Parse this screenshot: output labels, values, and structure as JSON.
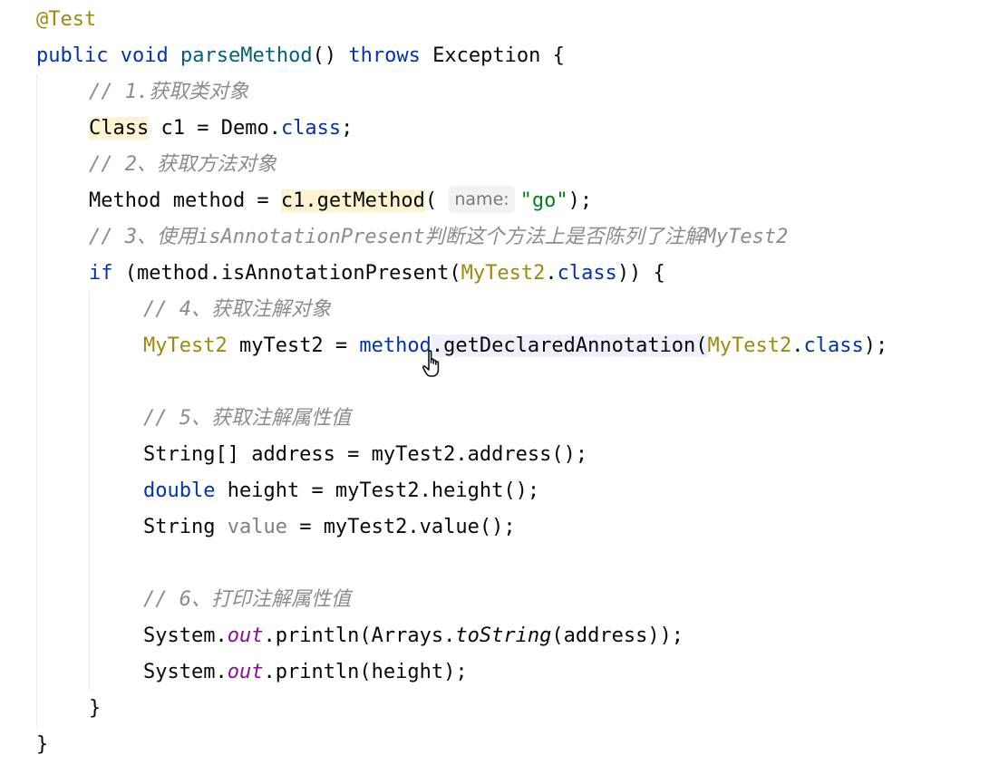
{
  "editor": {
    "lines": [
      {
        "indent": 0,
        "tokens": [
          {
            "t": "@Test",
            "c": "anno"
          }
        ]
      },
      {
        "indent": 0,
        "tokens": [
          {
            "t": "public",
            "c": "kw"
          },
          {
            "t": " "
          },
          {
            "t": "void",
            "c": "kw"
          },
          {
            "t": " "
          },
          {
            "t": "parseMethod",
            "c": "fn"
          },
          {
            "t": "() "
          },
          {
            "t": "throws",
            "c": "kw"
          },
          {
            "t": " Exception {"
          }
        ]
      },
      {
        "indent": 1,
        "tokens": [
          {
            "t": "// 1.获取类对象",
            "c": "cm"
          }
        ]
      },
      {
        "indent": 1,
        "tokens": [
          {
            "t": "Class",
            "c": "hl-y"
          },
          {
            "t": " c1 = Demo."
          },
          {
            "t": "class",
            "c": "cls"
          },
          {
            "t": ";"
          }
        ]
      },
      {
        "indent": 1,
        "tokens": [
          {
            "t": "// 2、获取方法对象",
            "c": "cm"
          }
        ]
      },
      {
        "indent": 1,
        "tokens": [
          {
            "t": "Method method = "
          },
          {
            "t": "c1.getMethod",
            "c": "hl-y"
          },
          {
            "t": "( "
          },
          {
            "t": "name:",
            "c": "hint"
          },
          {
            "t": "\"go\"",
            "c": "str"
          },
          {
            "t": ");"
          }
        ]
      },
      {
        "indent": 1,
        "tokens": [
          {
            "t": "// 3、使用isAnnotationPresent判断这个方法上是否陈列了注解MyTest2",
            "c": "cm"
          }
        ]
      },
      {
        "indent": 1,
        "tokens": [
          {
            "t": "if",
            "c": "kw"
          },
          {
            "t": " (method.isAnnotationPresent("
          },
          {
            "t": "MyTest2",
            "c": "type"
          },
          {
            "t": "."
          },
          {
            "t": "class",
            "c": "cls"
          },
          {
            "t": ")) {"
          }
        ]
      },
      {
        "indent": 2,
        "tokens": [
          {
            "t": "// 4、获取注解对象",
            "c": "cm"
          }
        ]
      },
      {
        "indent": 2,
        "tokens": [
          {
            "t": "MyTest2",
            "c": "type"
          },
          {
            "t": " myTest2 = "
          },
          {
            "t": "method",
            "c": "kw"
          },
          {
            "t": ".getDeclaredAnnotation(",
            "c": "hl-b"
          },
          {
            "t": "MyTest2",
            "c": "type"
          },
          {
            "t": "."
          },
          {
            "t": "class",
            "c": "cls"
          },
          {
            "t": ");"
          }
        ]
      },
      {
        "indent": 2,
        "tokens": []
      },
      {
        "indent": 2,
        "tokens": [
          {
            "t": "// 5、获取注解属性值",
            "c": "cm"
          }
        ]
      },
      {
        "indent": 2,
        "tokens": [
          {
            "t": "String[] address = myTest2.address();"
          }
        ]
      },
      {
        "indent": 2,
        "tokens": [
          {
            "t": "double",
            "c": "kw"
          },
          {
            "t": " height = myTest2.height();"
          }
        ]
      },
      {
        "indent": 2,
        "tokens": [
          {
            "t": "String "
          },
          {
            "t": "value",
            "c": "unused"
          },
          {
            "t": " = myTest2.value();"
          }
        ]
      },
      {
        "indent": 2,
        "tokens": []
      },
      {
        "indent": 2,
        "tokens": [
          {
            "t": "// 6、打印注解属性值",
            "c": "cm"
          }
        ]
      },
      {
        "indent": 2,
        "tokens": [
          {
            "t": "System."
          },
          {
            "t": "out",
            "c": "field"
          },
          {
            "t": ".println(Arrays."
          },
          {
            "t": "toString",
            "c": "mstat"
          },
          {
            "t": "(address));"
          }
        ]
      },
      {
        "indent": 2,
        "tokens": [
          {
            "t": "System."
          },
          {
            "t": "out",
            "c": "field"
          },
          {
            "t": ".println(height);"
          }
        ]
      },
      {
        "indent": 1,
        "tokens": [
          {
            "t": "}"
          }
        ]
      },
      {
        "indent": 0,
        "tokens": [
          {
            "t": "}"
          }
        ]
      }
    ]
  },
  "cursor_icon": "hand-pointer-icon"
}
